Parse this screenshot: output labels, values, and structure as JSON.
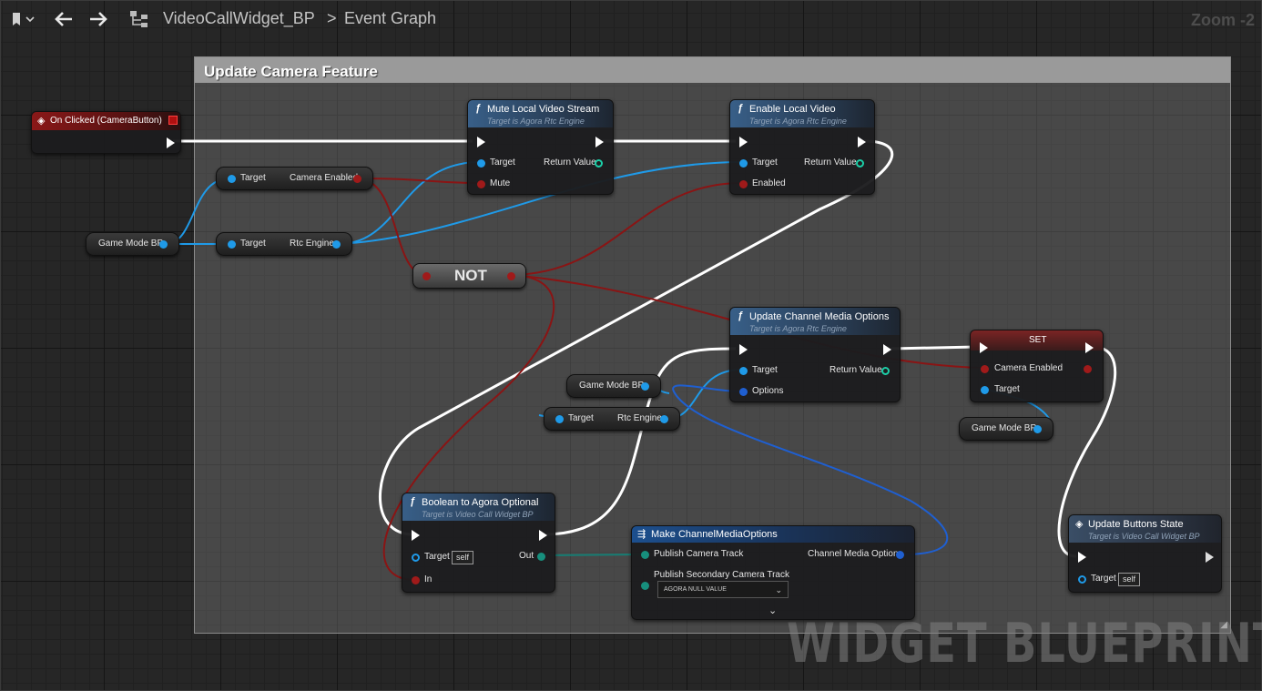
{
  "topbar": {
    "breadcrumb_asset": "VideoCallWidget_BP",
    "breadcrumb_sep": ">",
    "breadcrumb_graph": "Event Graph",
    "zoom": "Zoom -2"
  },
  "comment": {
    "title": "Update Camera Feature"
  },
  "watermark": "WIDGET BLUEPRINT",
  "nodes": {
    "on_clicked": {
      "title": "On Clicked (CameraButton)"
    },
    "mute_local": {
      "title": "Mute Local Video Stream",
      "subtitle": "Target is Agora Rtc Engine",
      "target": "Target",
      "return": "Return Value",
      "mute": "Mute"
    },
    "enable_local": {
      "title": "Enable Local Video",
      "subtitle": "Target is Agora Rtc Engine",
      "target": "Target",
      "return": "Return Value",
      "enabled": "Enabled"
    },
    "get_camera": {
      "target": "Target",
      "out": "Camera Enabled"
    },
    "game_mode_1": {
      "label": "Game Mode BP"
    },
    "get_rtc_1": {
      "target": "Target",
      "out": "Rtc Engine"
    },
    "not_node": {
      "label": "NOT"
    },
    "update_channel": {
      "title": "Update Channel Media Options",
      "subtitle": "Target is Agora Rtc Engine",
      "target": "Target",
      "return": "Return Value",
      "options": "Options"
    },
    "set_node": {
      "title": "SET",
      "camera": "Camera Enabled",
      "target": "Target"
    },
    "game_mode_2": {
      "label": "Game Mode BP"
    },
    "get_rtc_2": {
      "target": "Target",
      "out": "Rtc Engine"
    },
    "game_mode_3": {
      "label": "Game Mode BP"
    },
    "bool_to_agora": {
      "title": "Boolean to Agora Optional",
      "subtitle": "Target is Video Call Widget BP",
      "target": "Target",
      "self": "self",
      "out": "Out",
      "in": "In"
    },
    "make_options": {
      "title": "Make ChannelMediaOptions",
      "publish_camera": "Publish Camera Track",
      "out": "Channel Media Options",
      "publish_secondary": "Publish Secondary Camera Track",
      "dropdown_value": "AGORA NULL VALUE"
    },
    "update_buttons": {
      "title": "Update Buttons State",
      "subtitle": "Target is Video Call Widget BP",
      "target": "Target",
      "self": "self"
    }
  },
  "colors": {
    "exec_wire": "#ffffff",
    "object_wire": "#1f9ae8",
    "bool_wire": "#8a1414",
    "struct_wire": "#1f5fd0",
    "optional_wire": "#167e74"
  }
}
